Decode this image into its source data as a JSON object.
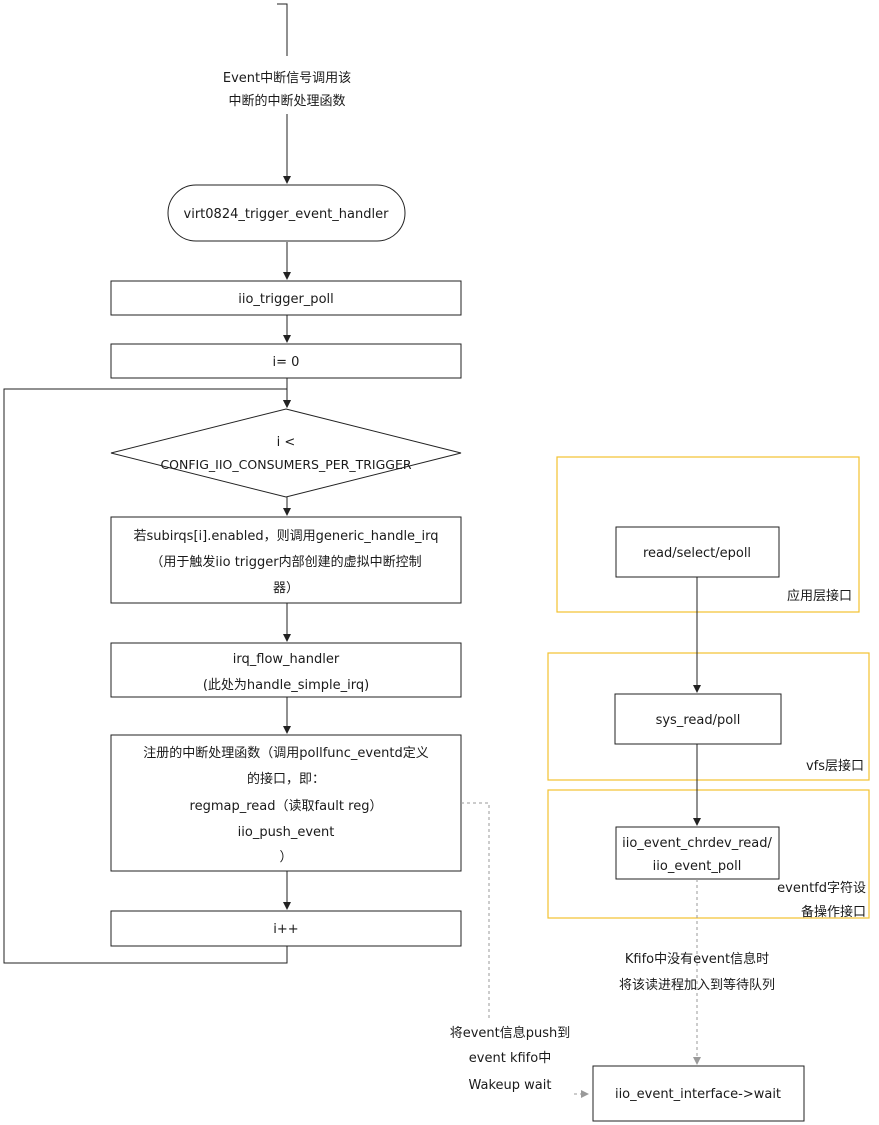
{
  "flow": {
    "start_note": [
      "Event中断信号调用该",
      "中断的中断处理函数"
    ],
    "handler": "virt0824_trigger_event_handler",
    "trigger_poll": "iio_trigger_poll",
    "init": "i= 0",
    "decision": [
      "i <",
      "CONFIG_IIO_CONSUMERS_PER_TRIGGER"
    ],
    "subirq": [
      "若subirqs[i].enabled，则调用generic_handle_irq",
      "（用于触发iio trigger内部创建的虚拟中断控制",
      "器）"
    ],
    "flow_handler": [
      "irq_flow_handler",
      "(此处为handle_simple_irq)"
    ],
    "register": [
      "注册的中断处理函数（调用pollfunc_eventd定义",
      "的接口，即：",
      "regmap_read（读取fault reg）",
      "iio_push_event",
      "）"
    ],
    "increment": "i++"
  },
  "push_note": [
    "将event信息push到",
    "event kfifo中",
    "Wakeup wait"
  ],
  "layers": {
    "app": {
      "box": "read/select/epoll",
      "label": "应用层接口"
    },
    "vfs": {
      "box": "sys_read/poll",
      "label": "vfs层接口"
    },
    "chrdev": {
      "box": [
        "iio_event_chrdev_read/",
        "iio_event_poll"
      ],
      "label": [
        "eventfd字符设",
        "备操作接口"
      ]
    }
  },
  "wait_note": [
    "Kfifo中没有event信息时",
    "将该读进程加入到等待队列"
  ],
  "wait_box": "iio_event_interface->wait",
  "colors": {
    "zone_border": "#f2c230",
    "line": "#222222",
    "dashed": "#9a9a9a"
  }
}
